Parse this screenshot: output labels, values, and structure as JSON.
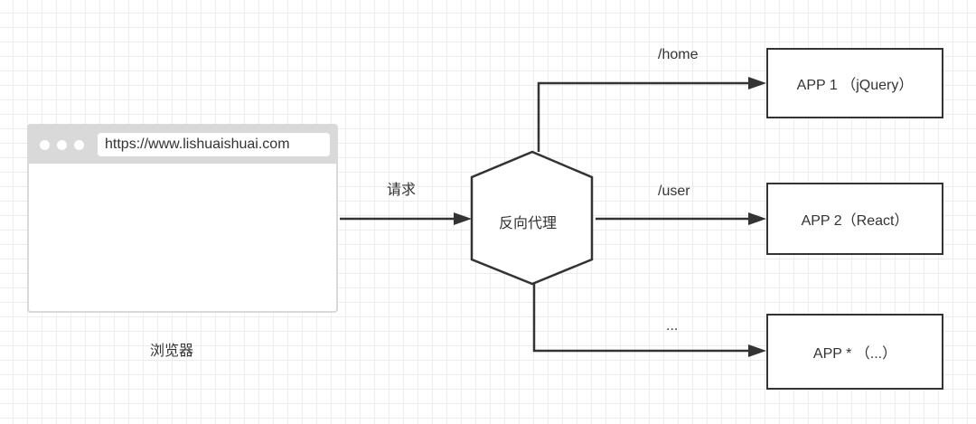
{
  "browser": {
    "url": "https://www.lishuaishuai.com",
    "label": "浏览器"
  },
  "edges": {
    "request": "请求",
    "home": "/home",
    "user": "/user",
    "more": "..."
  },
  "proxy": {
    "label": "反向代理"
  },
  "apps": [
    {
      "label": "APP 1 （jQuery）"
    },
    {
      "label": "APP 2（React）"
    },
    {
      "label": "APP * （...）"
    }
  ]
}
